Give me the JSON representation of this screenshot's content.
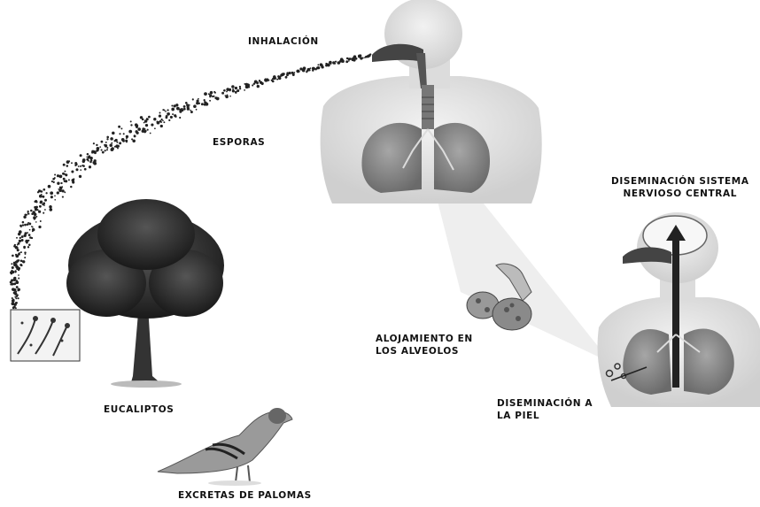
{
  "labels": {
    "inhalation": "INHALACIÓN",
    "spores": "ESPORAS",
    "cns_line1": "DISEMINACIÓN SISTEMA",
    "cns_line2": "NERVIOSO CENTRAL",
    "alveoli_line1": "ALOJAMIENTO EN",
    "alveoli_line2": "LOS ALVEOLOS",
    "skin_line1": "DISEMINACIÓN A",
    "skin_line2": "LA PIEL",
    "tree": "EUCALIPTOS",
    "pigeon": "EXCRETAS DE PALOMAS"
  },
  "icons": {
    "tree": "eucalyptus-tree-icon",
    "pigeon": "pigeon-icon",
    "spore_inset": "fungus-spores-inset-icon",
    "torso_top": "human-torso-lungs-icon",
    "torso_bottom": "human-torso-dissemination-icon",
    "alveoli": "alveoli-icon"
  },
  "colors": {
    "skin": "#e2e2e2",
    "lung": "#8c8c8c",
    "text": "#111111"
  }
}
